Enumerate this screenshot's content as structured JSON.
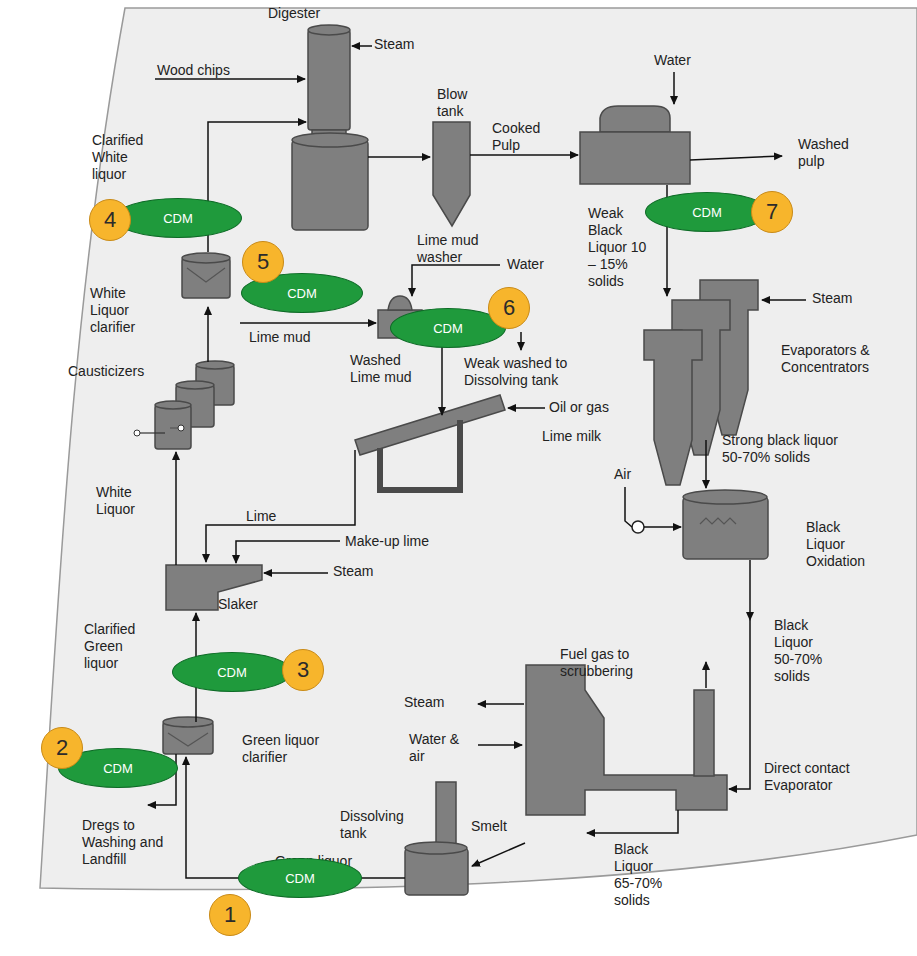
{
  "diagram": {
    "nodes": [
      {
        "text": [
          "CDM"
        ]
      },
      {
        "text": [
          "4"
        ]
      },
      {
        "text": [
          "CDM"
        ]
      },
      {
        "text": [
          "7"
        ]
      },
      {
        "text": [
          "CDM"
        ]
      },
      {
        "text": [
          "5"
        ]
      },
      {
        "text": [
          "CDM"
        ]
      },
      {
        "text": [
          "6"
        ]
      },
      {
        "text": [
          "CDM"
        ]
      },
      {
        "text": [
          "3"
        ]
      },
      {
        "text": [
          "CDM"
        ]
      },
      {
        "text": [
          "2"
        ]
      },
      {
        "text": [
          "CDM"
        ]
      },
      {
        "text": [
          "1"
        ]
      }
    ],
    "labels": [
      "Digester",
      "Steam",
      "Wood chips",
      "Blow tank",
      "Cooked Pulp",
      "Water",
      "Washed pulp",
      "Clarified White liquor",
      "Weak Black Liquor 10 – 15% solids",
      "White Liquor clarifier",
      "Lime mud washer",
      "Water",
      "Steam",
      "Lime mud",
      "Washed Lime mud",
      "Weak washed to Dissolving tank",
      "Oil or gas",
      "Causticizers",
      "Lime milk",
      "Evaporators & Concentrators",
      "Strong black liquor 50-70% solids",
      "White Liquor",
      "Lime",
      "Make-up lime",
      "Steam",
      "Slaker",
      "Air",
      "Black Liquor Oxidation",
      "Black Liquor 50-70% solids",
      "Clarified Green liquor",
      "Fuel gas to scrubbering",
      "Steam",
      "Water & air",
      "Direct contact Evaporator",
      "Green liquor clarifier",
      "Dregs to Washing and Landfill",
      "Dissolving tank",
      "Smelt",
      "Black Liquor 65-70% solids",
      "Green liquor"
    ]
  }
}
